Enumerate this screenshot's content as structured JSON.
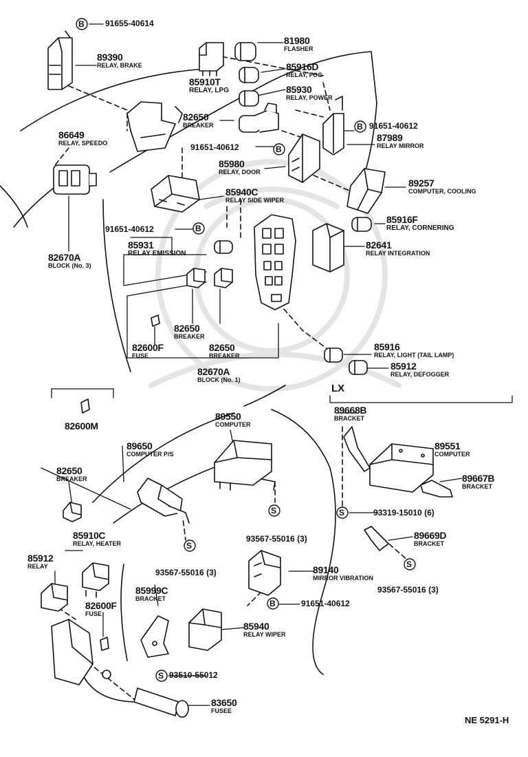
{
  "diagram": {
    "footer_code": "NE  5291-H",
    "variant_label": "LX",
    "parts": [
      {
        "id": "p91655",
        "number": "91655-40614",
        "name": ""
      },
      {
        "id": "p89390",
        "number": "89390",
        "name": "RELAY, BRAKE"
      },
      {
        "id": "p81980",
        "number": "81980",
        "name": "FLASHER"
      },
      {
        "id": "p85916D",
        "number": "85916D",
        "name": "RELAY, FOG"
      },
      {
        "id": "p85910T",
        "number": "85910T",
        "name": "RELAY, LPG"
      },
      {
        "id": "p85930",
        "number": "85930",
        "name": "RELAY, POWER"
      },
      {
        "id": "p82650a",
        "number": "82650",
        "name": "BREAKER"
      },
      {
        "id": "p91651a",
        "number": "91651-40612",
        "name": ""
      },
      {
        "id": "p86649",
        "number": "86649",
        "name": "RELAY, SPEEDO"
      },
      {
        "id": "p91651b",
        "number": "91651-40612",
        "name": ""
      },
      {
        "id": "p87989",
        "number": "87989",
        "name": "RELAY MIRROR"
      },
      {
        "id": "p85980",
        "number": "85980",
        "name": "RELAY, DOOR"
      },
      {
        "id": "p85940C",
        "number": "85940C",
        "name": "RELAY SIDE WIPER"
      },
      {
        "id": "p89257",
        "number": "89257",
        "name": "COMPUTER, COOLING"
      },
      {
        "id": "p85916F",
        "number": "85916F",
        "name": "RELAY, CORNERING"
      },
      {
        "id": "p91651c",
        "number": "91651-40612",
        "name": ""
      },
      {
        "id": "p85931",
        "number": "85931",
        "name": "RELAY EMISSION"
      },
      {
        "id": "p82641",
        "number": "82641",
        "name": "RELAY INTEGRATION"
      },
      {
        "id": "p82670A3",
        "number": "82670A",
        "name": "BLOCK (No. 3)"
      },
      {
        "id": "p82650b",
        "number": "82650",
        "name": "BREAKER"
      },
      {
        "id": "p82600F",
        "number": "82600F",
        "name": "FUSE"
      },
      {
        "id": "p82650c",
        "number": "82650",
        "name": "BREAKER"
      },
      {
        "id": "p85916",
        "number": "85916",
        "name": "RELAY, LIGHT (TAIL LAMP)"
      },
      {
        "id": "p85912a",
        "number": "85912",
        "name": "RELAY, DEFOGGER"
      },
      {
        "id": "p82670A1",
        "number": "82670A",
        "name": "BLOCK (No. 1)"
      },
      {
        "id": "p82600M",
        "number": "82600M",
        "name": ""
      },
      {
        "id": "p89668B",
        "number": "89668B",
        "name": "BRACKET"
      },
      {
        "id": "p89550",
        "number": "89550",
        "name": "COMPUTER"
      },
      {
        "id": "p89551",
        "number": "89551",
        "name": "COMPUTER"
      },
      {
        "id": "p89650",
        "number": "89650",
        "name": "COMPUTER P/S"
      },
      {
        "id": "p82650d",
        "number": "82650",
        "name": "BREAKER"
      },
      {
        "id": "p89667B",
        "number": "89667B",
        "name": "BRACKET"
      },
      {
        "id": "p93319",
        "number": "93319-15010 (6)",
        "name": ""
      },
      {
        "id": "p85910C",
        "number": "85910C",
        "name": "RELAY, HEATER"
      },
      {
        "id": "p93567a",
        "number": "93567-55016 (3)",
        "name": ""
      },
      {
        "id": "p89669D",
        "number": "89669D",
        "name": "BRACKET"
      },
      {
        "id": "p85912b",
        "number": "85912",
        "name": "RELAY"
      },
      {
        "id": "p93567b",
        "number": "93567-55016 (3)",
        "name": ""
      },
      {
        "id": "p89140",
        "number": "89140",
        "name": "MIRROR VIBRATION"
      },
      {
        "id": "p93567c",
        "number": "93567-55016 (3)",
        "name": ""
      },
      {
        "id": "p85999C",
        "number": "85999C",
        "name": "BRACKET"
      },
      {
        "id": "p91651d",
        "number": "91651-40612",
        "name": ""
      },
      {
        "id": "p82600F2",
        "number": "82600F",
        "name": "FUSE"
      },
      {
        "id": "p85940",
        "number": "85940",
        "name": "RELAY WIPER"
      },
      {
        "id": "p93510",
        "number": "93510-55012",
        "name": ""
      },
      {
        "id": "p83650",
        "number": "83650",
        "name": "FUSEE"
      }
    ],
    "screw_symbol": "S",
    "bolt_symbol": "B"
  }
}
